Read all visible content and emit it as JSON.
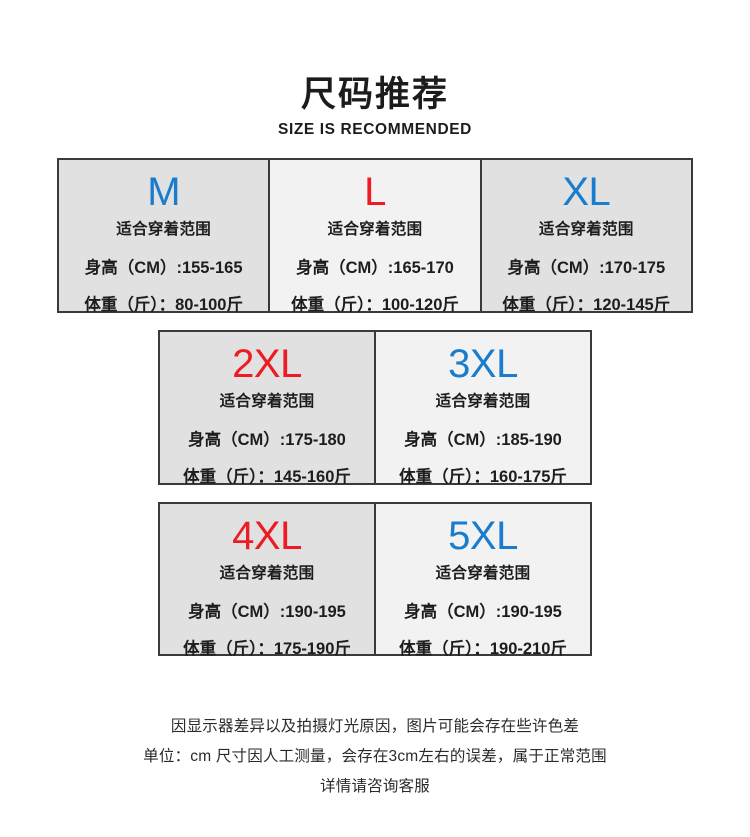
{
  "header": {
    "title_cn": "尺码推荐",
    "title_en": "SIZE IS RECOMMENDED"
  },
  "labels": {
    "fit_range": "适合穿着范围",
    "height_prefix": "身高（CM）:",
    "weight_prefix": "体重（斤）："
  },
  "colors": {
    "blue": "#1a7ccc",
    "red": "#ee1b24",
    "cell_gray": "#e1e1e1",
    "cell_light": "#f2f2f2",
    "border": "#3a3a3a"
  },
  "rows": [
    {
      "cells": [
        {
          "size": "M",
          "color": "blue",
          "bg": "gray",
          "fit_range": "适合穿着范围",
          "height": "身高（CM）:155-165",
          "weight": "体重（斤）：80-100斤"
        },
        {
          "size": "L",
          "color": "red",
          "bg": "light",
          "fit_range": "适合穿着范围",
          "height": "身高（CM）:165-170",
          "weight": "体重（斤）：100-120斤"
        },
        {
          "size": "XL",
          "color": "blue",
          "bg": "gray",
          "fit_range": "适合穿着范围",
          "height": "身高（CM）:170-175",
          "weight": "体重（斤）：120-145斤"
        }
      ]
    },
    {
      "cells": [
        {
          "size": "2XL",
          "color": "red",
          "bg": "gray",
          "fit_range": "适合穿着范围",
          "height": "身高（CM）:175-180",
          "weight": "体重（斤）：145-160斤"
        },
        {
          "size": "3XL",
          "color": "blue",
          "bg": "light",
          "fit_range": "适合穿着范围",
          "height": "身高（CM）:185-190",
          "weight": "体重（斤）：160-175斤"
        }
      ]
    },
    {
      "cells": [
        {
          "size": "4XL",
          "color": "red",
          "bg": "gray",
          "fit_range": "适合穿着范围",
          "height": "身高（CM）:190-195",
          "weight": "体重（斤）：175-190斤"
        },
        {
          "size": "5XL",
          "color": "blue",
          "bg": "light",
          "fit_range": "适合穿着范围",
          "height": "身高（CM）:190-195",
          "weight": "体重（斤）：190-210斤"
        }
      ]
    }
  ],
  "footer": {
    "lines": [
      "因显示器差异以及拍摄灯光原因，图片可能会存在些许色差",
      "单位：cm 尺寸因人工测量，会存在3cm左右的误差，属于正常范围",
      "详情请咨询客服"
    ]
  }
}
